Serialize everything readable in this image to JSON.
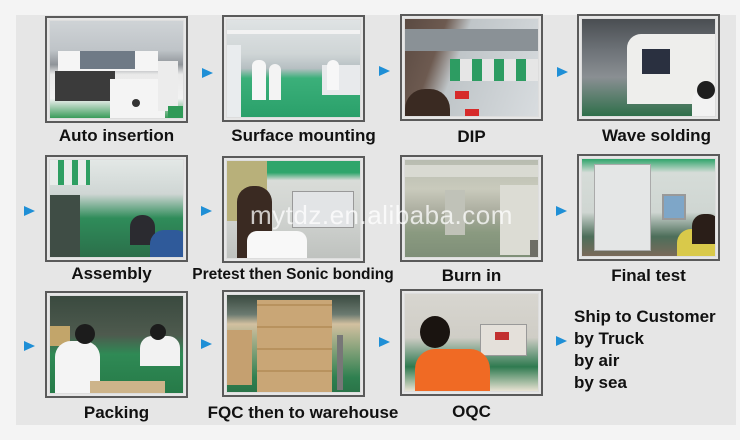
{
  "steps": [
    {
      "label": "Auto insertion",
      "scene": "smt-machine"
    },
    {
      "label": "Surface mounting",
      "scene": "cleanroom-workers"
    },
    {
      "label": "DIP",
      "scene": "assembly-line-red"
    },
    {
      "label": "Wave solding",
      "scene": "wave-solder-machine"
    },
    {
      "label": "Assembly",
      "scene": "assembly-line"
    },
    {
      "label": "Pretest then Sonic bonding",
      "scene": "test-bench"
    },
    {
      "label": "Burn in",
      "scene": "burn-in-room"
    },
    {
      "label": "Final test",
      "scene": "final-test-station"
    },
    {
      "label": "Packing",
      "scene": "packing-workers"
    },
    {
      "label": "FQC then to warehouse",
      "scene": "cartons-pallet"
    },
    {
      "label": "OQC",
      "scene": "inspection-worker"
    }
  ],
  "shipping": {
    "title": "Ship to Customer",
    "lines": [
      "by Truck",
      "by air",
      "by sea"
    ]
  },
  "watermark": "mytdz.en.alibaba.com",
  "colors": {
    "arrow": "#1f8fd6",
    "panel": "#e6e6e6",
    "frame": "#5a5a5a"
  }
}
